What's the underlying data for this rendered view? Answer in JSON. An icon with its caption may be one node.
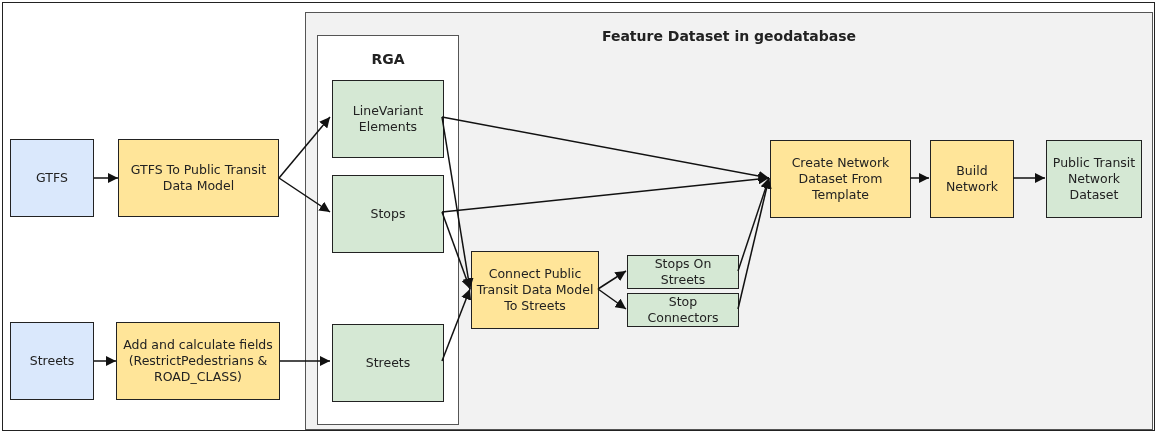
{
  "diagram": {
    "nodes": [
      {
        "text": [
          "Feature Dataset in geodatabase"
        ]
      },
      {
        "text": [
          "RGA"
        ],
        "in": 0
      },
      {
        "text": [
          "GTFS"
        ]
      },
      {
        "text": [
          "GTFS To Public Transit Data Model"
        ]
      },
      {
        "text": [
          "LineVariant Elements"
        ],
        "in": 1
      },
      {
        "text": [
          "Stops"
        ],
        "in": 1
      },
      {
        "text": [
          "Streets"
        ]
      },
      {
        "text": [
          "Add and calculate fields (RestrictPedestrians & ROAD_CLASS)"
        ]
      },
      {
        "text": [
          "Streets"
        ],
        "in": 1
      },
      {
        "text": [
          "Connect Public Transit Data Model To Streets"
        ],
        "in": 0
      },
      {
        "text": [
          "Stops On Streets"
        ],
        "in": 0
      },
      {
        "text": [
          "Stop Connectors"
        ],
        "in": 0
      },
      {
        "text": [
          "Create Network Dataset From Template"
        ],
        "in": 0
      },
      {
        "text": [
          "Build Network"
        ],
        "in": 0
      },
      {
        "text": [
          "Public Transit Network Dataset"
        ],
        "in": 0
      }
    ],
    "edges": [
      {
        "from": 2,
        "to": 3,
        "arrow": "to"
      },
      {
        "from": 3,
        "to": 4,
        "arrow": "to"
      },
      {
        "from": 3,
        "to": 5,
        "arrow": "to"
      },
      {
        "from": 6,
        "to": 7,
        "arrow": "to"
      },
      {
        "from": 7,
        "to": 8,
        "arrow": "to"
      },
      {
        "from": 4,
        "to": 12,
        "arrow": "to"
      },
      {
        "from": 5,
        "to": 12,
        "arrow": "to"
      },
      {
        "from": 4,
        "to": 9,
        "arrow": "to"
      },
      {
        "from": 5,
        "to": 9,
        "arrow": "to"
      },
      {
        "from": 8,
        "to": 9,
        "arrow": "to"
      },
      {
        "from": 9,
        "to": 10,
        "arrow": "to"
      },
      {
        "from": 9,
        "to": 11,
        "arrow": "to"
      },
      {
        "from": 10,
        "to": 12,
        "arrow": "to"
      },
      {
        "from": 11,
        "to": 12,
        "arrow": "to"
      },
      {
        "from": 12,
        "to": 13,
        "arrow": "to"
      },
      {
        "from": 13,
        "to": 14,
        "arrow": "to"
      }
    ]
  }
}
